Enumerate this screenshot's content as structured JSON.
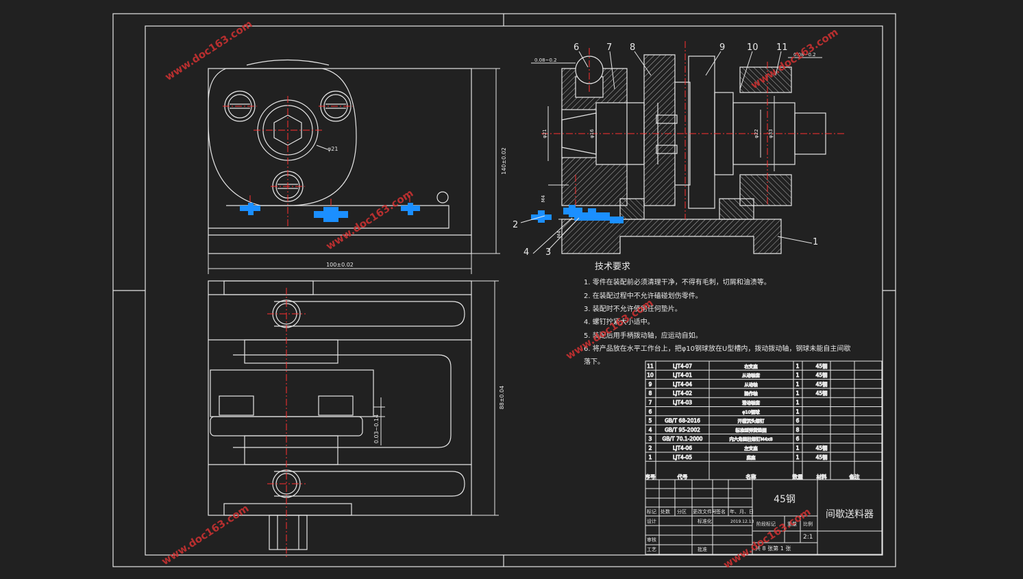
{
  "colors": {
    "background": "#212121",
    "line": "#e6e6e6",
    "red": "#ff3030",
    "blue": "#1b8fff",
    "watermark": "#d23232"
  },
  "watermark": "www.doc163.com",
  "top_view": {
    "dim_horizontal": "100±0.02",
    "dim_vertical": "140±0.02",
    "dim_hole": "φ21"
  },
  "front_view": {
    "dim_vertical": "88±0.04",
    "dim_gap": "0.03~0.14"
  },
  "section_view": {
    "part_labels": [
      "6",
      "7",
      "8",
      "9",
      "10",
      "11",
      "1",
      "2",
      "3",
      "4"
    ],
    "dim_left": "0.08~0.2",
    "dim_right": "0.08~0.2",
    "dim_d1": "φ21",
    "dim_d2": "φ16",
    "dim_d3": "φ22",
    "dim_d4": "φ33",
    "dim_m4": "M4",
    "dim_m4b": "M4"
  },
  "requirements": {
    "title": "技术要求",
    "items": [
      "1. 零件在装配前必须清理干净，不得有毛刺，切屑和油渍等。",
      "2. 在装配过程中不允许磕碰划伤零件。",
      "3. 装配时不允许使用任何垫片。",
      "4. 螺钉拧紧大小适中。",
      "5. 装配后用手柄拨动轴，应运动自如。",
      "6. 将产品放在水平工作台上，把φ10钢球放在U型槽内，拨动拨动轴，钢球未能自主间歇",
      "落下。"
    ]
  },
  "bom": {
    "rows": [
      [
        "11",
        "LJT4-07",
        "右支座",
        "1",
        "45钢",
        ""
      ],
      [
        "10",
        "LJT4-01",
        "从动轴套",
        "1",
        "45钢",
        ""
      ],
      [
        "9",
        "LJT4-04",
        "从动轴",
        "1",
        "45钢",
        ""
      ],
      [
        "8",
        "LJT4-02",
        "操作轴",
        "1",
        "45钢",
        ""
      ],
      [
        "7",
        "LJT4-03",
        "滑动轴套",
        "1",
        "",
        ""
      ],
      [
        "6",
        "",
        "φ10钢球",
        "1",
        "",
        ""
      ],
      [
        "5",
        "GB/T 68-2016",
        "开槽沉头螺钉",
        "6",
        "",
        ""
      ],
      [
        "4",
        "GB/T 95-2002",
        "标准型弹簧垫圈",
        "8",
        "",
        ""
      ],
      [
        "3",
        "GB/T 70.1-2000",
        "内六角圆柱螺钉M4x8",
        "6",
        "",
        ""
      ],
      [
        "2",
        "LJT4-06",
        "左支座",
        "1",
        "45钢",
        ""
      ],
      [
        "1",
        "LJT4-05",
        "底座",
        "1",
        "45钢",
        ""
      ]
    ],
    "header": [
      "序号",
      "代号",
      "名称",
      "数量",
      "材料",
      "备注"
    ]
  },
  "title_block": {
    "material": "45钢",
    "drawing_name": "间歇送料器",
    "scale": "2:1",
    "scale_label": "比例",
    "weight_label": "重量",
    "stage_label": "阶段标记",
    "sheet": "共 8 张第 1 张",
    "date": "2019.12.13",
    "rows_labels": [
      "标记",
      "处数",
      "分区",
      "更改文件号",
      "签名",
      "年、月、日"
    ],
    "design_label": "设计",
    "std_label": "标准化",
    "review_label": "审核",
    "process_label": "工艺",
    "approve_label": "批准"
  }
}
